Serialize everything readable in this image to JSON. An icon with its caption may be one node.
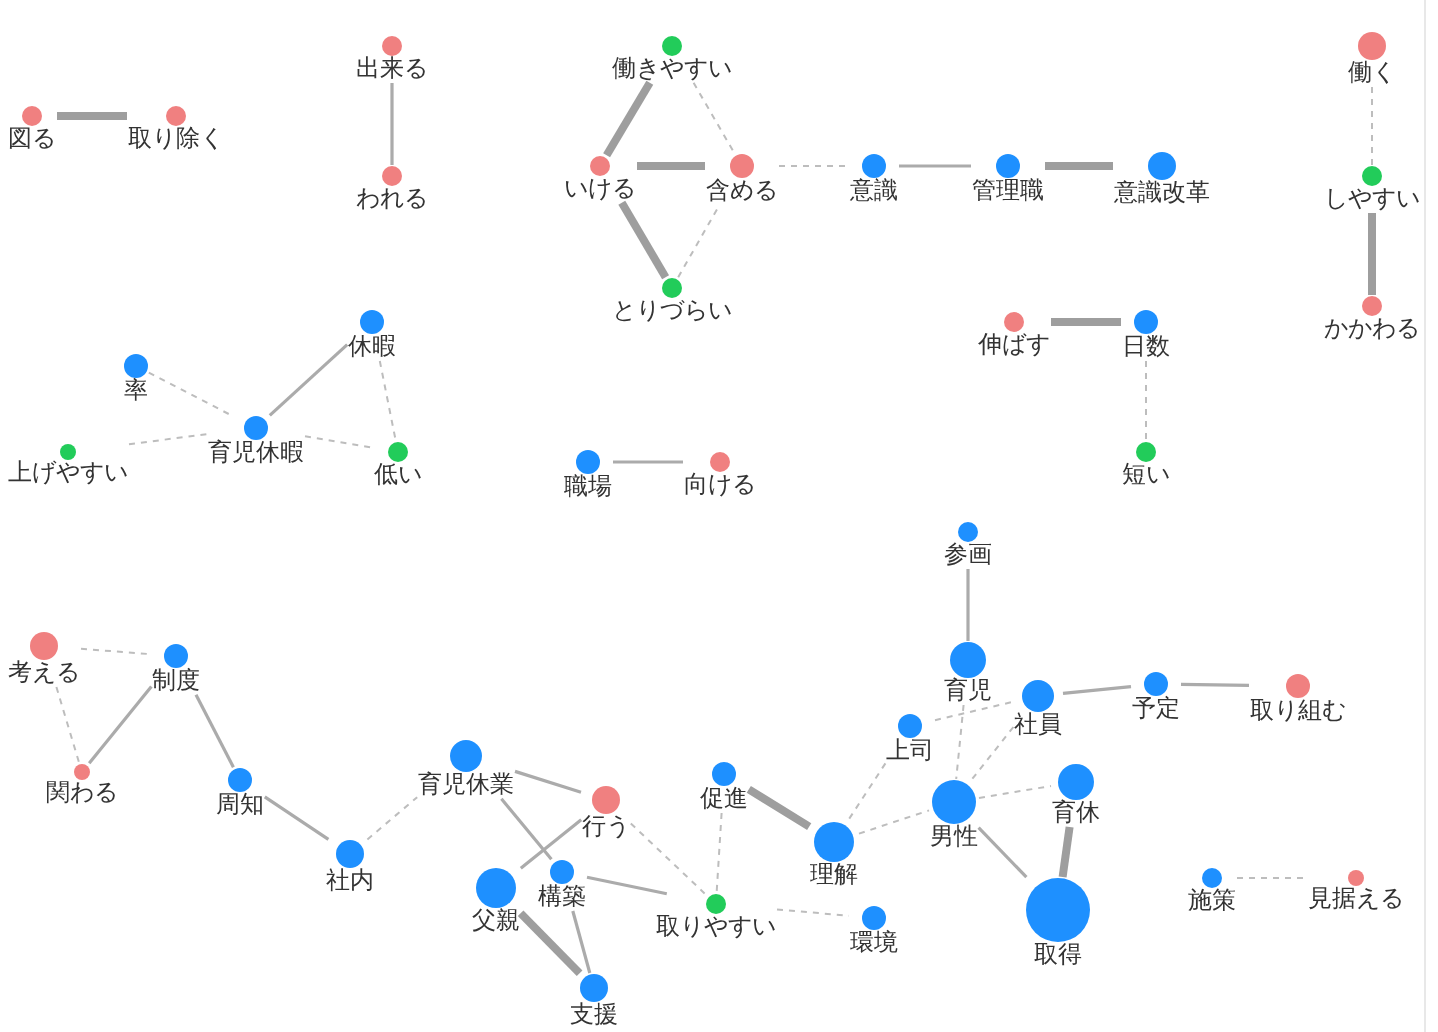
{
  "diagram": {
    "nodes": [
      {
        "text": [
          "図る"
        ]
      },
      {
        "text": [
          "取り除く"
        ]
      },
      {
        "text": [
          "出来る"
        ]
      },
      {
        "text": [
          "われる"
        ]
      },
      {
        "text": [
          "働きやすい"
        ]
      },
      {
        "text": [
          "いける"
        ]
      },
      {
        "text": [
          "含める"
        ]
      },
      {
        "text": [
          "とりづらい"
        ]
      },
      {
        "text": [
          "意識"
        ]
      },
      {
        "text": [
          "管理職"
        ]
      },
      {
        "text": [
          "意識改革"
        ]
      },
      {
        "text": [
          "働く"
        ]
      },
      {
        "text": [
          "しやすい"
        ]
      },
      {
        "text": [
          "かかわる"
        ]
      },
      {
        "text": [
          "率"
        ]
      },
      {
        "text": [
          "休暇"
        ]
      },
      {
        "text": [
          "育児休暇"
        ]
      },
      {
        "text": [
          "上げやすい"
        ]
      },
      {
        "text": [
          "低い"
        ]
      },
      {
        "text": [
          "職場"
        ]
      },
      {
        "text": [
          "向ける"
        ]
      },
      {
        "text": [
          "伸ばす"
        ]
      },
      {
        "text": [
          "日数"
        ]
      },
      {
        "text": [
          "短い"
        ]
      },
      {
        "text": [
          "参画"
        ]
      },
      {
        "text": [
          "考える"
        ]
      },
      {
        "text": [
          "制度"
        ]
      },
      {
        "text": [
          "育児"
        ]
      },
      {
        "text": [
          "社員"
        ]
      },
      {
        "text": [
          "予定"
        ]
      },
      {
        "text": [
          "取り組む"
        ]
      },
      {
        "text": [
          "上司"
        ]
      },
      {
        "text": [
          "関わる"
        ]
      },
      {
        "text": [
          "周知"
        ]
      },
      {
        "text": [
          "育児休業"
        ]
      },
      {
        "text": [
          "促進"
        ]
      },
      {
        "text": [
          "男性"
        ]
      },
      {
        "text": [
          "育休"
        ]
      },
      {
        "text": [
          "行う"
        ]
      },
      {
        "text": [
          "理解"
        ]
      },
      {
        "text": [
          "社内"
        ]
      },
      {
        "text": [
          "構築"
        ]
      },
      {
        "text": [
          "父親"
        ]
      },
      {
        "text": [
          "取りやすい"
        ]
      },
      {
        "text": [
          "環境"
        ]
      },
      {
        "text": [
          "施策"
        ]
      },
      {
        "text": [
          "見据える"
        ]
      },
      {
        "text": [
          "取得"
        ]
      },
      {
        "text": [
          "支援"
        ]
      }
    ],
    "edges": [
      {
        "from": 0,
        "to": 1,
        "arrow": "none",
        "style": "thick"
      },
      {
        "from": 2,
        "to": 3,
        "arrow": "none"
      },
      {
        "from": 4,
        "to": 5,
        "arrow": "none",
        "style": "thick"
      },
      {
        "from": 4,
        "to": 6,
        "arrow": "none",
        "style": "dashed"
      },
      {
        "from": 5,
        "to": 6,
        "arrow": "none",
        "style": "thick"
      },
      {
        "from": 5,
        "to": 7,
        "arrow": "none",
        "style": "thick"
      },
      {
        "from": 7,
        "to": 6,
        "arrow": "none",
        "style": "dashed"
      },
      {
        "from": 6,
        "to": 8,
        "arrow": "none",
        "style": "dashed"
      },
      {
        "from": 8,
        "to": 9,
        "arrow": "none"
      },
      {
        "from": 9,
        "to": 10,
        "arrow": "none",
        "style": "thick"
      },
      {
        "from": 11,
        "to": 12,
        "arrow": "none",
        "style": "dashed"
      },
      {
        "from": 12,
        "to": 13,
        "arrow": "none",
        "style": "thick"
      },
      {
        "from": 14,
        "to": 16,
        "arrow": "none",
        "style": "dashed"
      },
      {
        "from": 16,
        "to": 15,
        "arrow": "none"
      },
      {
        "from": 15,
        "to": 18,
        "arrow": "none",
        "style": "dashed"
      },
      {
        "from": 16,
        "to": 18,
        "arrow": "none",
        "style": "dashed"
      },
      {
        "from": 17,
        "to": 16,
        "arrow": "none",
        "style": "dashed"
      },
      {
        "from": 19,
        "to": 20,
        "arrow": "none"
      },
      {
        "from": 21,
        "to": 22,
        "arrow": "none",
        "style": "thick"
      },
      {
        "from": 22,
        "to": 23,
        "arrow": "none",
        "style": "dashed"
      },
      {
        "from": 24,
        "to": 27,
        "arrow": "none"
      },
      {
        "from": 27,
        "to": 36,
        "arrow": "none",
        "style": "dashed"
      },
      {
        "from": 28,
        "to": 29,
        "arrow": "none"
      },
      {
        "from": 29,
        "to": 30,
        "arrow": "none"
      },
      {
        "from": 31,
        "to": 28,
        "arrow": "none",
        "style": "dashed"
      },
      {
        "from": 28,
        "to": 36,
        "arrow": "none",
        "style": "dashed"
      },
      {
        "from": 31,
        "to": 39,
        "arrow": "none",
        "style": "dashed"
      },
      {
        "from": 39,
        "to": 36,
        "arrow": "none",
        "style": "dashed"
      },
      {
        "from": 36,
        "to": 37,
        "arrow": "none",
        "style": "dashed"
      },
      {
        "from": 37,
        "to": 47,
        "arrow": "none",
        "style": "thick"
      },
      {
        "from": 36,
        "to": 47,
        "arrow": "none"
      },
      {
        "from": 35,
        "to": 39,
        "arrow": "none",
        "style": "thick"
      },
      {
        "from": 35,
        "to": 43,
        "arrow": "none",
        "style": "dashed"
      },
      {
        "from": 43,
        "to": 44,
        "arrow": "none",
        "style": "dashed"
      },
      {
        "from": 45,
        "to": 46,
        "arrow": "none",
        "style": "dashed"
      },
      {
        "from": 25,
        "to": 26,
        "arrow": "none",
        "style": "dashed"
      },
      {
        "from": 25,
        "to": 32,
        "arrow": "none",
        "style": "dashed"
      },
      {
        "from": 32,
        "to": 26,
        "arrow": "none"
      },
      {
        "from": 26,
        "to": 33,
        "arrow": "none"
      },
      {
        "from": 33,
        "to": 40,
        "arrow": "none"
      },
      {
        "from": 40,
        "to": 34,
        "arrow": "none",
        "style": "dashed"
      },
      {
        "from": 34,
        "to": 38,
        "arrow": "none"
      },
      {
        "from": 34,
        "to": 41,
        "arrow": "none"
      },
      {
        "from": 38,
        "to": 42,
        "arrow": "none"
      },
      {
        "from": 38,
        "to": 43,
        "arrow": "none",
        "style": "dashed"
      },
      {
        "from": 41,
        "to": 43,
        "arrow": "none"
      },
      {
        "from": 41,
        "to": 48,
        "arrow": "none"
      },
      {
        "from": 42,
        "to": 48,
        "arrow": "none",
        "style": "thick"
      }
    ]
  }
}
